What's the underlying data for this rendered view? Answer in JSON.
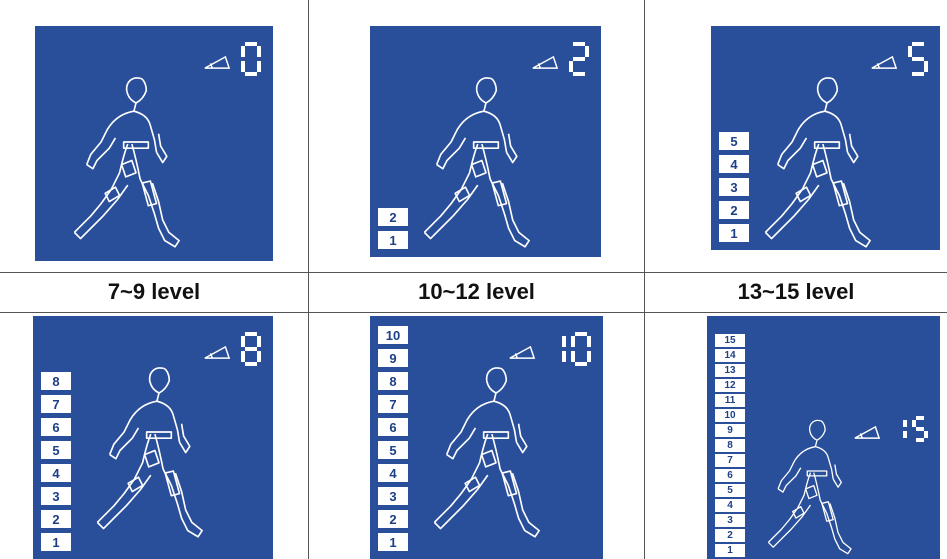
{
  "level_labels": [
    "7~9 level",
    "10~12 level",
    "13~15 level"
  ],
  "panels": [
    {
      "display_value": 0,
      "level_bars": []
    },
    {
      "display_value": 2,
      "level_bars": [
        "1",
        "2"
      ]
    },
    {
      "display_value": 5,
      "level_bars": [
        "1",
        "2",
        "3",
        "4",
        "5"
      ]
    },
    {
      "display_value": 8,
      "level_bars": [
        "1",
        "2",
        "3",
        "4",
        "5",
        "6",
        "7",
        "8"
      ]
    },
    {
      "display_value": 10,
      "level_bars": [
        "1",
        "2",
        "3",
        "4",
        "5",
        "6",
        "7",
        "8",
        "9",
        "10"
      ]
    },
    {
      "display_value": 15,
      "level_bars": [
        "1",
        "2",
        "3",
        "4",
        "5",
        "6",
        "7",
        "8",
        "9",
        "10",
        "11",
        "12",
        "13",
        "14",
        "15"
      ]
    }
  ],
  "colors": {
    "panel_blue": "#2a4f9a",
    "segment_white": "#ffffff",
    "bar_text": "#1d3f86"
  },
  "icons": [
    "incline-angle-icon",
    "runner-figure-icon"
  ]
}
